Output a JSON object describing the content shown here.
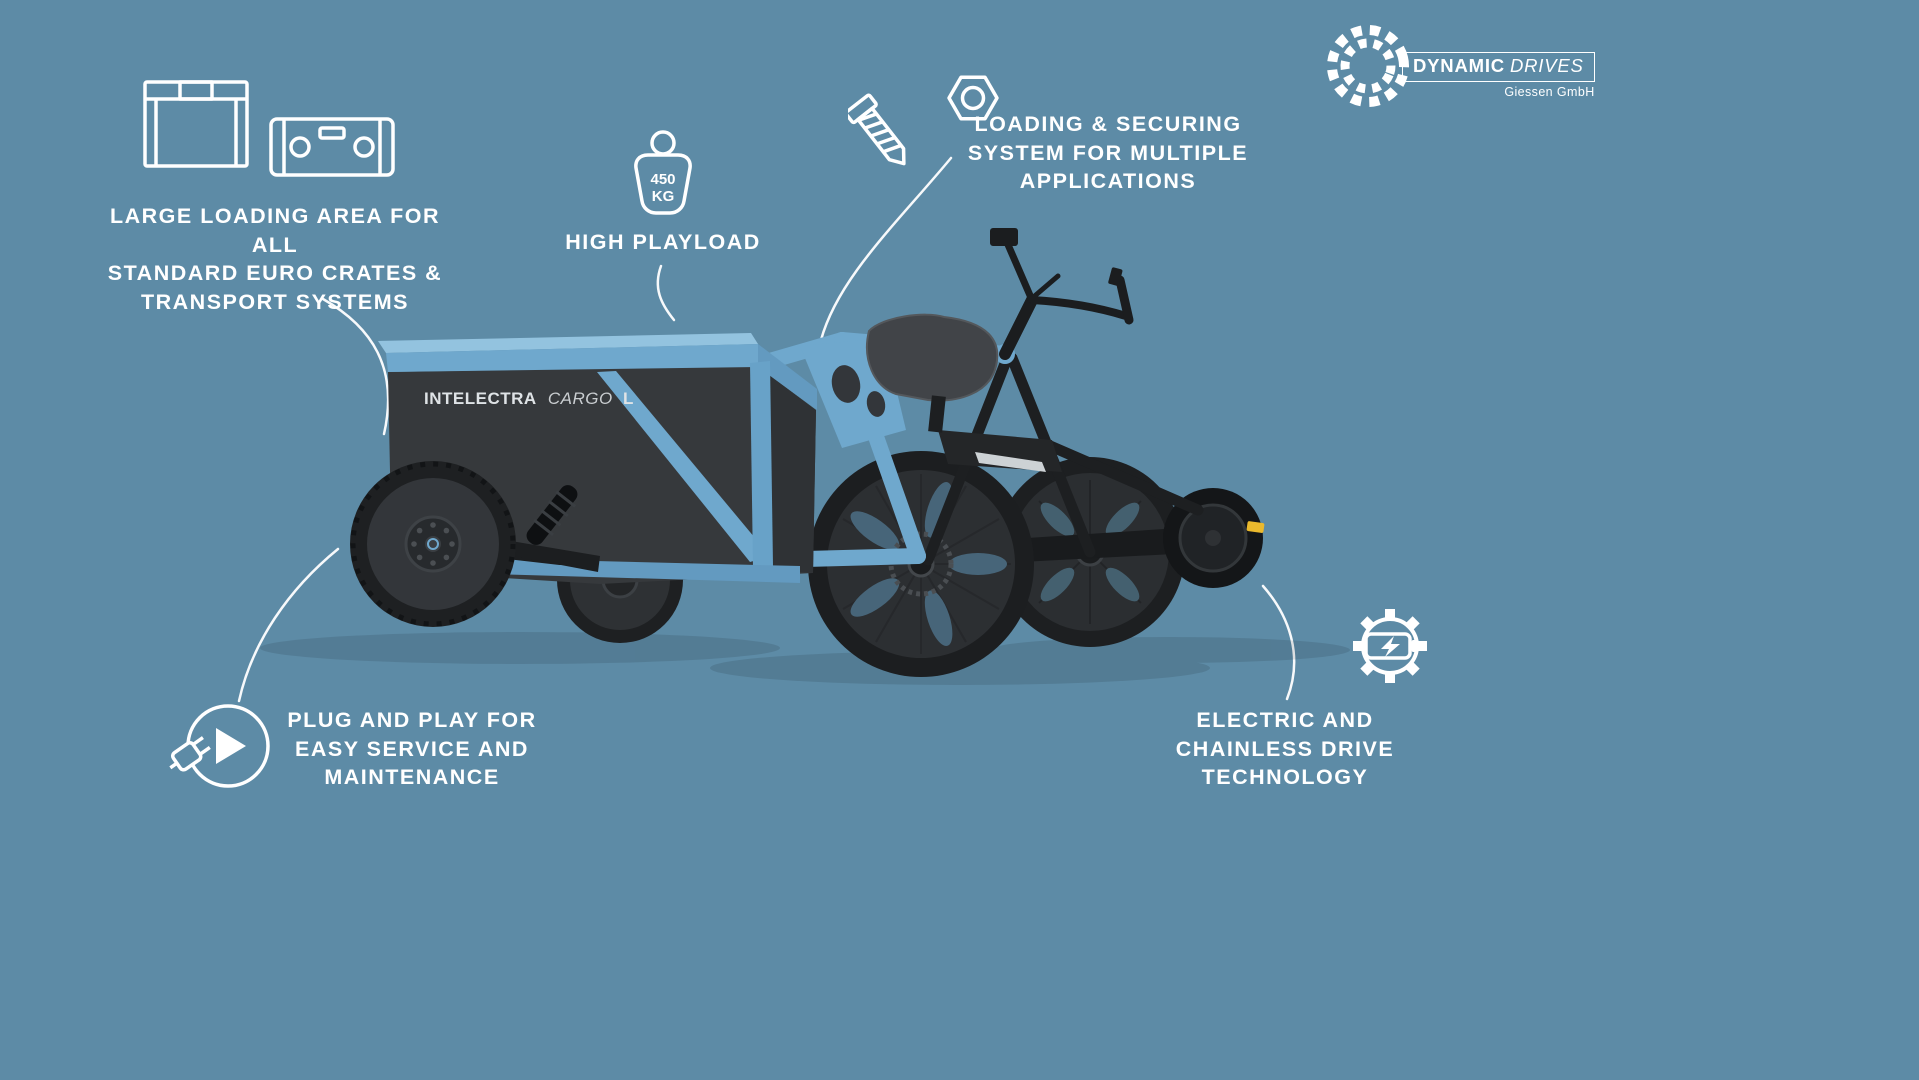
{
  "colors": {
    "background": "#5d8ba6",
    "text": "#ffffff",
    "frame_blue": "#6fa8cd",
    "box_dark": "#36393c",
    "accent_yellow": "#eab92d"
  },
  "logo": {
    "brand": "DYNAMIC",
    "brand2": "DRIVES",
    "subtitle": "Giessen GmbH"
  },
  "vehicle_label": {
    "brand": "INTELECTRA",
    "model": "CARGO",
    "size": "L"
  },
  "callouts": {
    "loading_area": {
      "line1": "LARGE LOADING AREA FOR ALL",
      "line2": "STANDARD EURO CRATES &",
      "line3": "TRANSPORT SYSTEMS"
    },
    "payload": {
      "weight_value": "450",
      "weight_unit": "KG",
      "line1": "HIGH PLAYLOAD"
    },
    "securing": {
      "line1": "LOADING & SECURING",
      "line2": "SYSTEM FOR MULTIPLE",
      "line3": "APPLICATIONS"
    },
    "service": {
      "line1": "PLUG AND PLAY FOR",
      "line2": "EASY SERVICE AND",
      "line3": "MAINTENANCE"
    },
    "drive": {
      "line1": "ELECTRIC AND",
      "line2": "CHAINLESS DRIVE",
      "line3": "TECHNOLOGY"
    }
  }
}
